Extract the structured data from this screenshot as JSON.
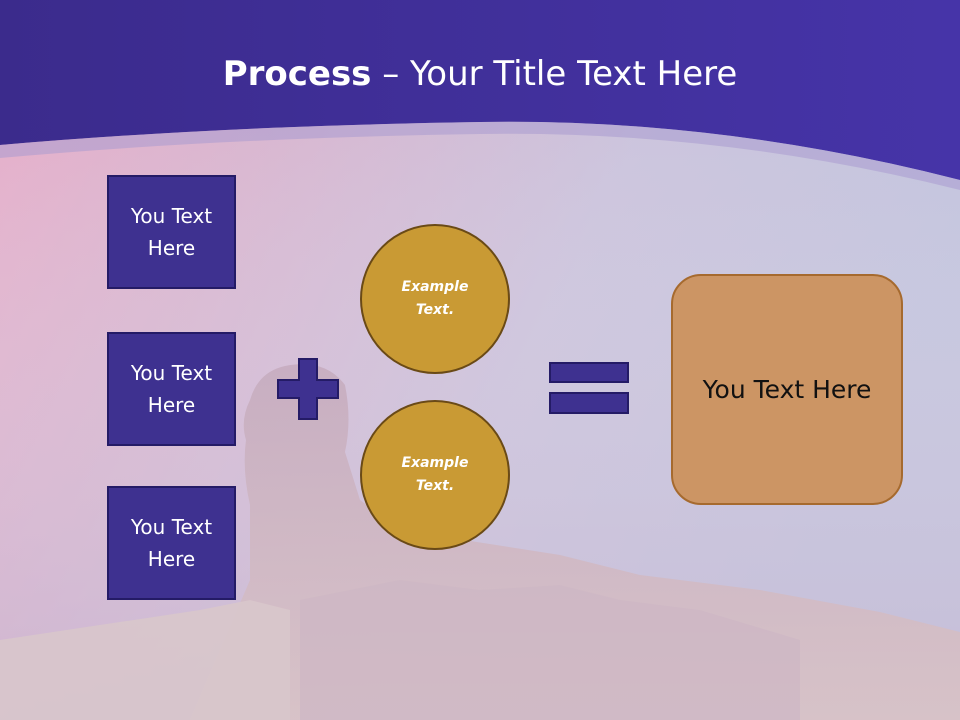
{
  "slide": {
    "title_bold": "Process",
    "title_rest": " – Your Title Text Here",
    "left_boxes": [
      {
        "label": "You Text Here"
      },
      {
        "label": "You Text Here"
      },
      {
        "label": "You Text Here"
      }
    ],
    "circles": [
      {
        "label": "Example Text."
      },
      {
        "label": "Example Text."
      }
    ],
    "plus_icon": "plus-sign-icon",
    "equals_icon": "equals-sign-icon",
    "result_box": {
      "label": "You Text Here"
    }
  },
  "colors": {
    "header_band": "#3d2f96",
    "box_fill": "#3e3190",
    "circle_fill": "#c99a34",
    "result_fill": "#cc9564"
  }
}
